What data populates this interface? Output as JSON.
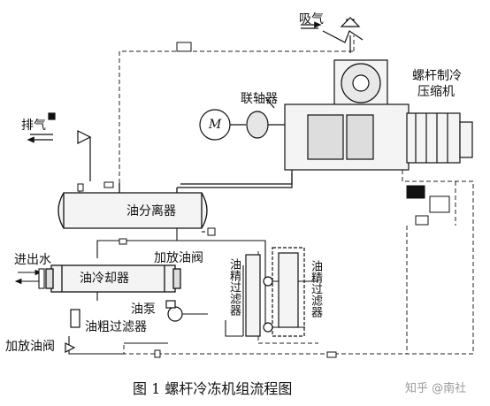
{
  "labels": {
    "suction": "吸气",
    "compressor_line1": "螺杆制冷",
    "compressor_line2": "压缩机",
    "coupling": "联轴器",
    "motor": "M",
    "discharge": "排气",
    "oil_separator": "油分离器",
    "water_in_out": "进出水",
    "oil_cooler": "油冷却器",
    "add_drain_valve_top": "加放油阀",
    "fine_filter_1": "油精过滤器",
    "fine_filter_2": "油精过滤器",
    "oil_pump": "油泵",
    "coarse_filter": "油粗过滤器",
    "add_drain_valve_bottom": "加放油阀"
  },
  "caption": "图 1    螺杆冷冻机组流程图",
  "watermark": "知乎 @南社",
  "colors": {
    "line": "#111111",
    "dashed": "#222222",
    "fill": "#f4f4f4"
  }
}
